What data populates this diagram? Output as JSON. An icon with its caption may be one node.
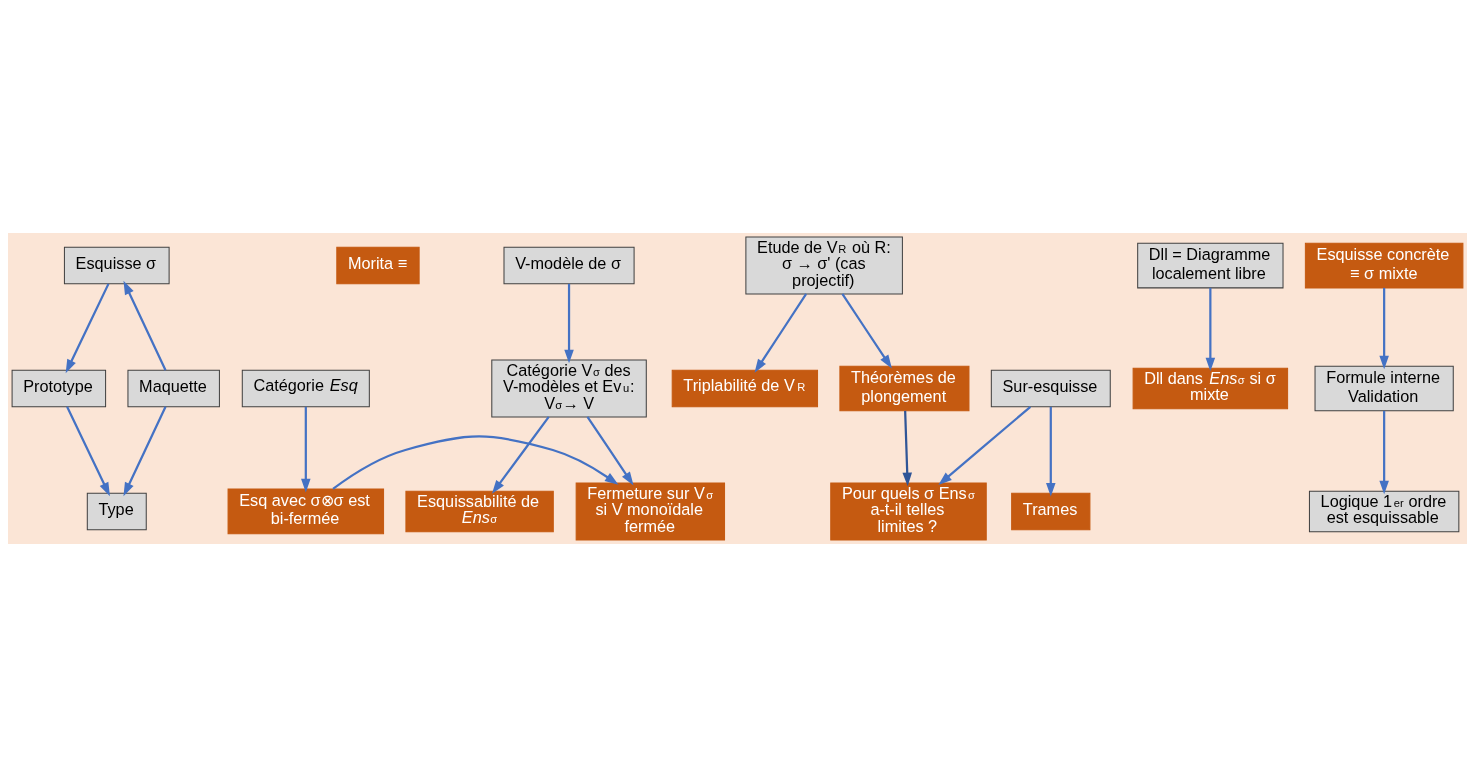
{
  "diagram": {
    "nodes": [
      {
        "text": [
          "Esquisse σ"
        ]
      },
      {
        "text": [
          "Prototype"
        ]
      },
      {
        "text": [
          "Maquette"
        ]
      },
      {
        "text": [
          "Morita ≡"
        ]
      },
      {
        "text": [
          "Type"
        ]
      },
      {
        "text": [
          "V-modèle de σ"
        ]
      },
      {
        "text": [
          "Catégorie V$^{σ}$ des V-modèles et Ev$_{u}$: V$^{σ}$→ V"
        ]
      },
      {
        "text": [
          "Esquissabilité de *Ens*$^{σ}$"
        ]
      },
      {
        "text": [
          "Catégorie *Esq*"
        ]
      },
      {
        "text": [
          "Esq avec σ⊗σ est bi-fermée"
        ]
      },
      {
        "text": [
          "Fermeture sur V$^{σ}$ si V monoïdale fermée"
        ]
      },
      {
        "text": [
          "Etude de V$^{R}$ où R: σ → σ' (cas projectif)"
        ]
      },
      {
        "text": [
          "Triplabilité de V$^{R}$"
        ]
      },
      {
        "text": [
          "Théorèmes de plongement"
        ]
      },
      {
        "text": [
          "Dll = Diagramme localement libre"
        ]
      },
      {
        "text": [
          "Dll dans *Ens*$^{σ}$ si σ mixte"
        ]
      },
      {
        "text": [
          "Esquisse concrète ≡ σ mixte"
        ]
      },
      {
        "text": [
          "Formule interne Validation"
        ]
      },
      {
        "text": [
          "Logique 1$^{er}$ ordre est esquissable"
        ]
      },
      {
        "text": [
          "Sur-esquisse"
        ]
      },
      {
        "text": [
          "Trames"
        ]
      },
      {
        "text": [
          "Pour quels σ Ens$^{σ}$ a-t-il telles limites ?"
        ]
      }
    ],
    "edges": [
      {
        "from": 0,
        "to": 1,
        "arrow": "to"
      },
      {
        "from": 2,
        "to": 0,
        "arrow": "to"
      },
      {
        "from": 1,
        "to": 4,
        "arrow": "to"
      },
      {
        "from": 2,
        "to": 4,
        "arrow": "to"
      },
      {
        "from": 5,
        "to": 6,
        "arrow": "to"
      },
      {
        "from": 6,
        "to": 7,
        "arrow": "to"
      },
      {
        "from": 6,
        "to": 10,
        "arrow": "to"
      },
      {
        "from": 8,
        "to": 9,
        "arrow": "to"
      },
      {
        "from": 9,
        "to": 10,
        "arrow": "to"
      },
      {
        "from": 11,
        "to": 12,
        "arrow": "to"
      },
      {
        "from": 11,
        "to": 13,
        "arrow": "to"
      },
      {
        "from": 13,
        "to": 21,
        "arrow": "to",
        "color": "#2f5597"
      },
      {
        "from": 14,
        "to": 15,
        "arrow": "to"
      },
      {
        "from": 16,
        "to": 17,
        "arrow": "to"
      },
      {
        "from": 17,
        "to": 18,
        "arrow": "to"
      },
      {
        "from": 19,
        "to": 21,
        "arrow": "to"
      },
      {
        "from": 19,
        "to": 20,
        "arrow": "to"
      }
    ]
  }
}
